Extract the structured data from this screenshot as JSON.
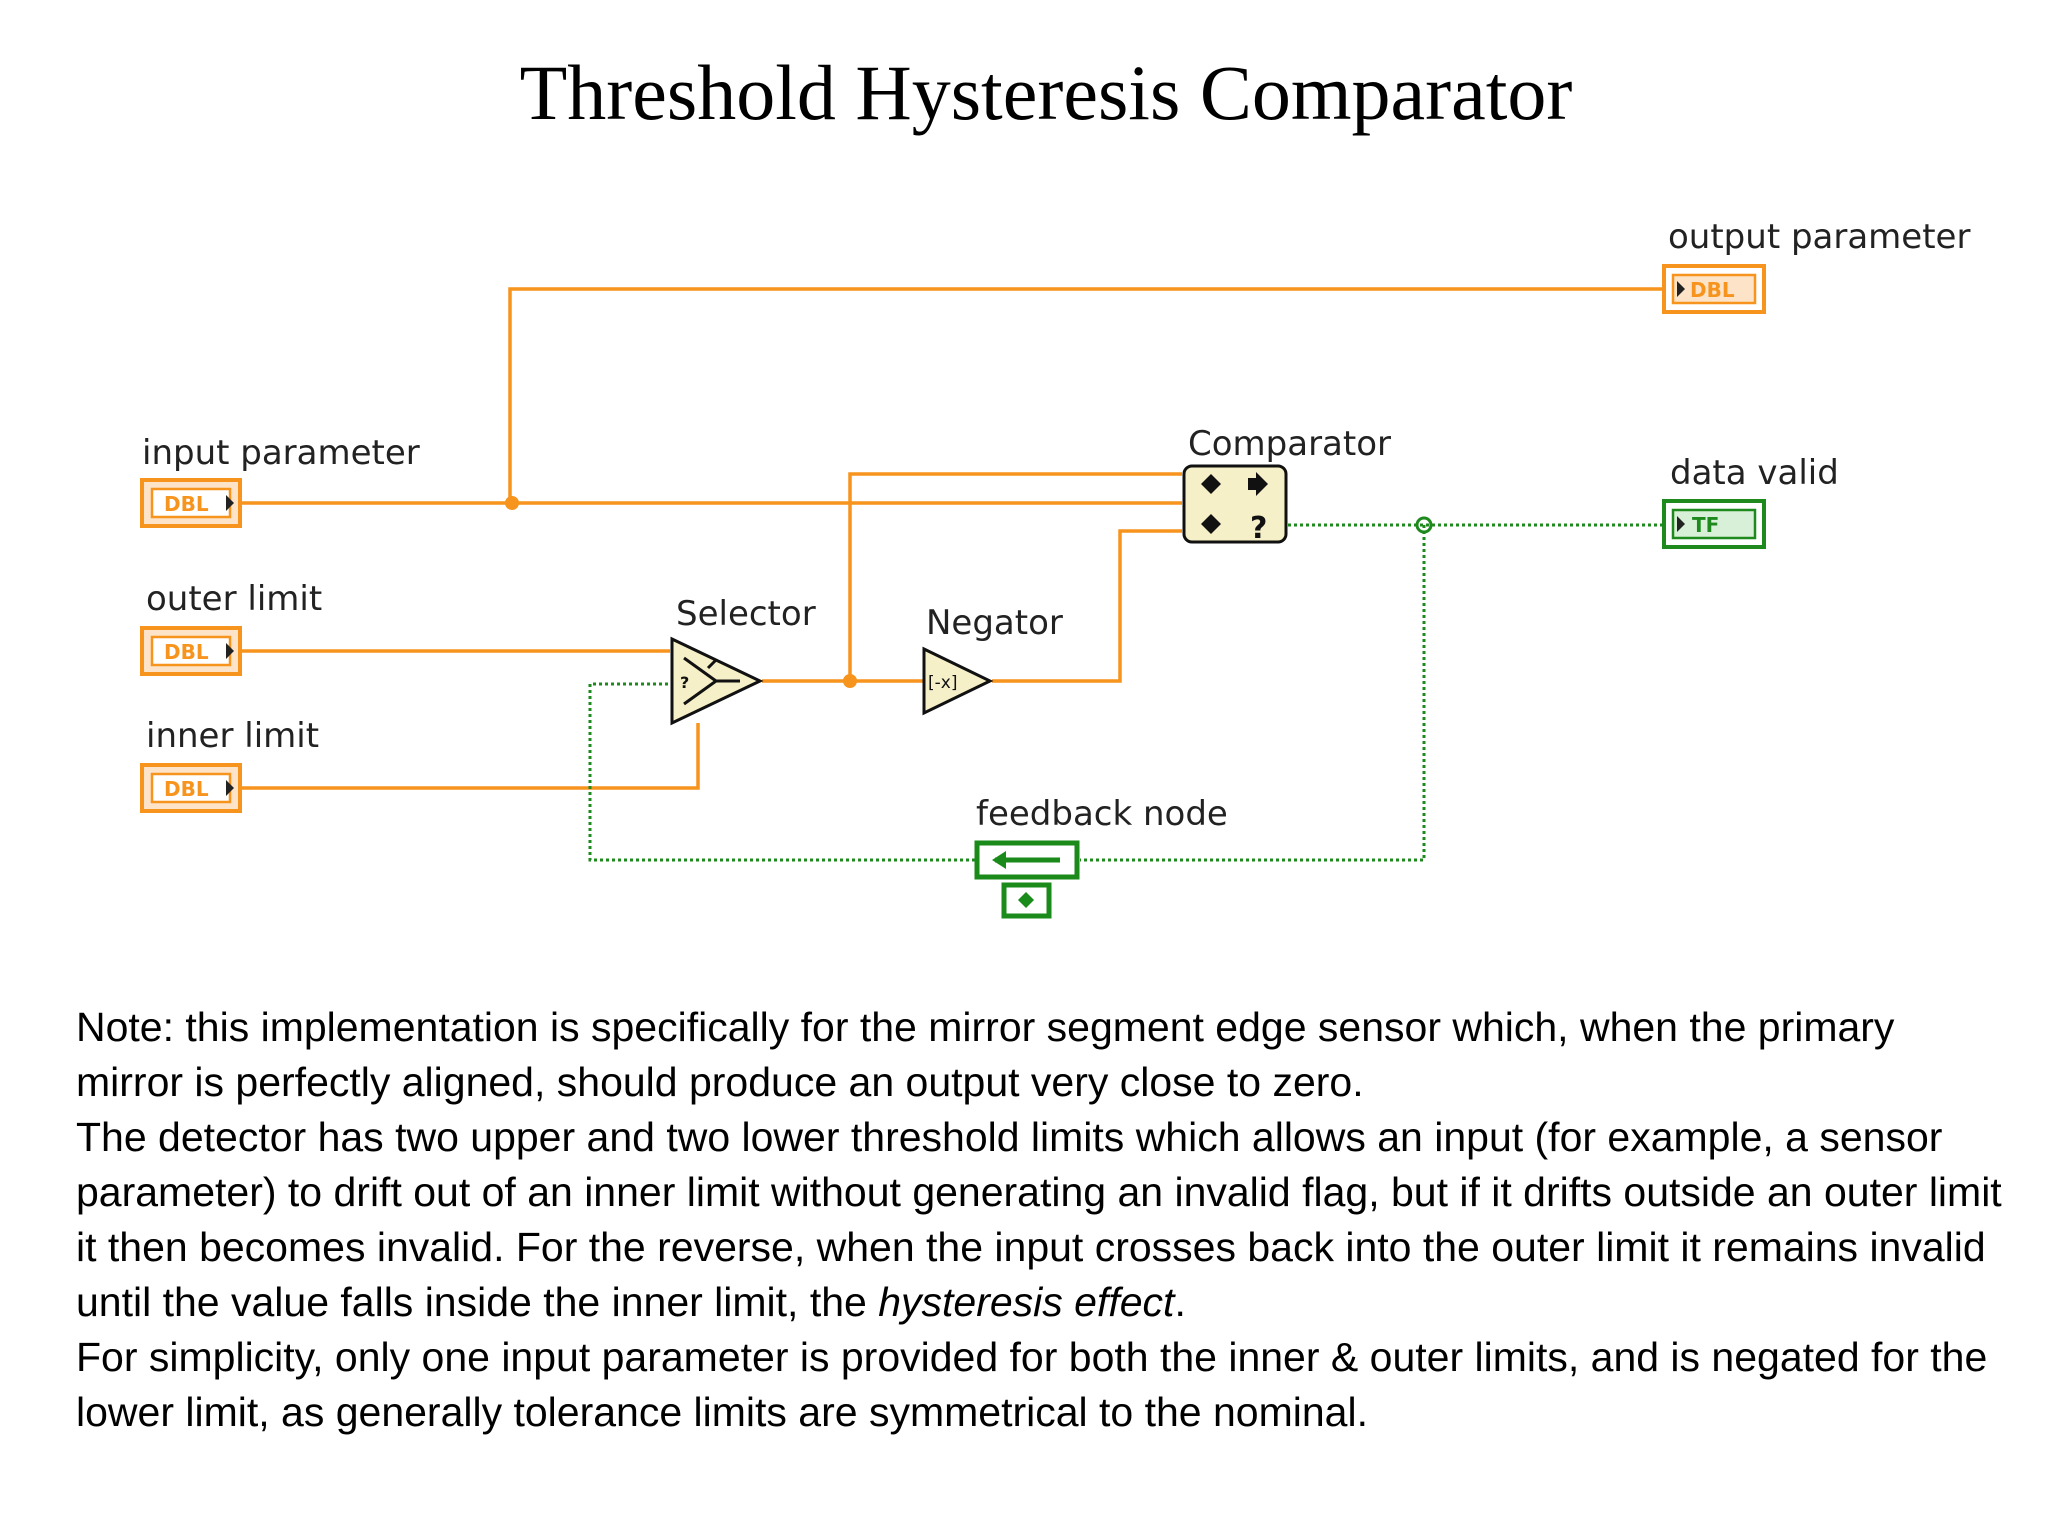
{
  "title": "Threshold Hysteresis Comparator",
  "diagram": {
    "labels": {
      "input_parameter": "input parameter",
      "outer_limit": "outer limit",
      "inner_limit": "inner limit",
      "output_parameter": "output parameter",
      "data_valid": "data valid",
      "comparator": "Comparator",
      "selector": "Selector",
      "negator": "Negator",
      "feedback_node": "feedback node"
    },
    "terminal_types": {
      "dbl": "DBL",
      "tf": "TF"
    },
    "colors": {
      "numeric_wire": "#f7941d",
      "boolean_wire": "#1e8a1e",
      "node_fill": "#f5f0c8",
      "feedback_green": "#1a8a1a"
    }
  },
  "note": {
    "p1": "Note: this implementation is specifically for the mirror segment edge sensor which, when the primary mirror is perfectly aligned, should produce an output very close to zero.",
    "p2_before": "The detector has two upper and two lower threshold limits which allows an input (for example, a sensor parameter) to drift out of an inner limit without generating an invalid flag, but if it drifts outside an outer limit it then becomes invalid. For the reverse, when the input crosses back into the outer limit it remains invalid until the value falls inside the inner limit, the ",
    "p2_emphasis": "hysteresis effect",
    "p2_after": ".",
    "p3": "For simplicity, only one input parameter is provided for both the inner & outer limits, and is negated for the lower limit, as generally tolerance limits are symmetrical to the nominal."
  }
}
